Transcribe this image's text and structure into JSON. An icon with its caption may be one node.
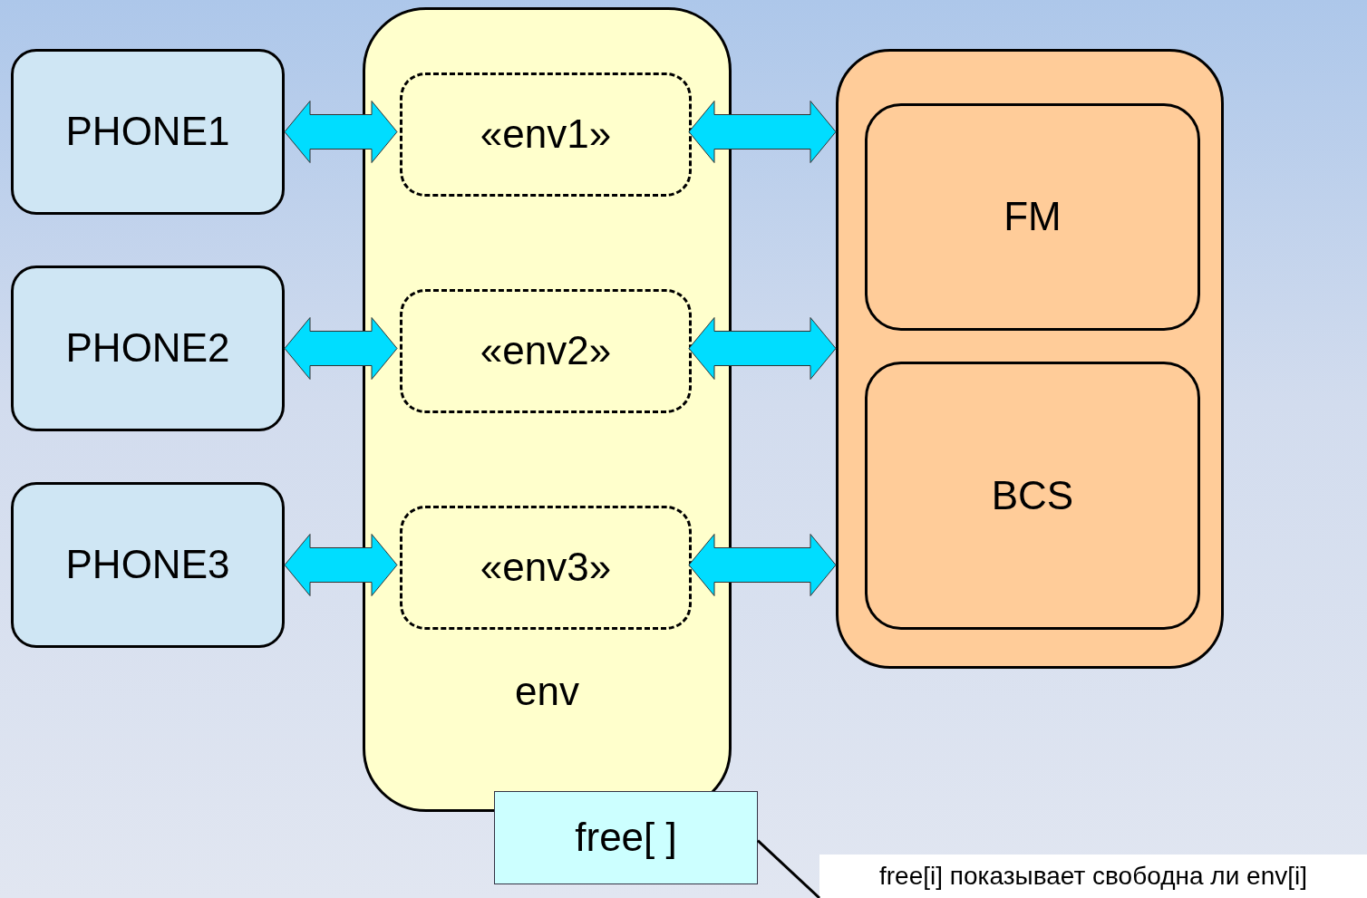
{
  "diagram": {
    "nodes": [
      {
        "text": [
          "PHONE1"
        ]
      },
      {
        "text": [
          "PHONE2"
        ]
      },
      {
        "text": [
          "PHONE3"
        ]
      },
      {
        "text": [
          "env"
        ]
      },
      {
        "text": [
          "«env1»"
        ],
        "in": 3
      },
      {
        "text": [
          "«env2»"
        ],
        "in": 3
      },
      {
        "text": [
          "«env3»"
        ],
        "in": 3
      },
      {
        "text": [],
        "shape": "box"
      },
      {
        "text": [
          "FM"
        ],
        "in": 7
      },
      {
        "text": [
          "BCS"
        ],
        "in": 7
      },
      {
        "text": [
          "free[ ]"
        ]
      },
      {
        "text": [
          "free[i] показывает свободна ли env[i]"
        ]
      }
    ],
    "edges": [
      {
        "from": 0,
        "to": 4,
        "arrow": "both"
      },
      {
        "from": 1,
        "to": 5,
        "arrow": "both"
      },
      {
        "from": 2,
        "to": 6,
        "arrow": "both"
      },
      {
        "from": 4,
        "to": 7,
        "arrow": "both"
      },
      {
        "from": 5,
        "to": 7,
        "arrow": "both"
      },
      {
        "from": 6,
        "to": 7,
        "arrow": "both"
      },
      {
        "from": 10,
        "to": 11,
        "arrow": "none"
      }
    ]
  }
}
